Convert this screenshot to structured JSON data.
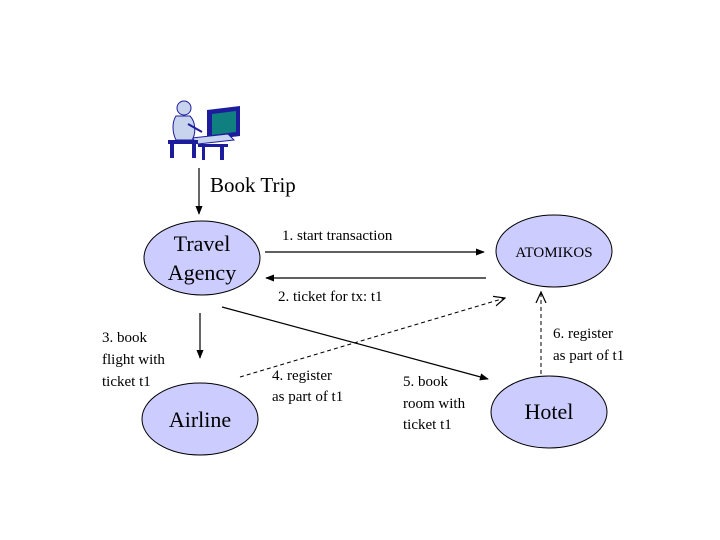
{
  "title": "Book Trip",
  "colors": {
    "node_fill": "#ccccff",
    "node_stroke": "#000000",
    "edge": "#000000",
    "user_icon_blue": "#1c1c9c",
    "user_icon_teal": "#0f7f7f",
    "user_icon_light": "#c8d3ee"
  },
  "icons": {
    "user": "user-at-computer-icon"
  },
  "nodes": {
    "travel_agency": {
      "line1": "Travel",
      "line2": "Agency"
    },
    "atomikos": {
      "label": "ATOMIKOS"
    },
    "airline": {
      "label": "Airline"
    },
    "hotel": {
      "label": "Hotel"
    }
  },
  "edges": {
    "e1": {
      "line1": "1. start transaction"
    },
    "e2": {
      "line1": "2. ticket for tx: t1"
    },
    "e3": {
      "line1": "3. book",
      "line2": "flight with",
      "line3": "ticket t1"
    },
    "e4": {
      "line1": "4. register",
      "line2": "as part of t1"
    },
    "e5": {
      "line1": "5. book",
      "line2": "room with",
      "line3": "ticket t1"
    },
    "e6": {
      "line1": "6. register",
      "line2": "as part of t1"
    }
  }
}
